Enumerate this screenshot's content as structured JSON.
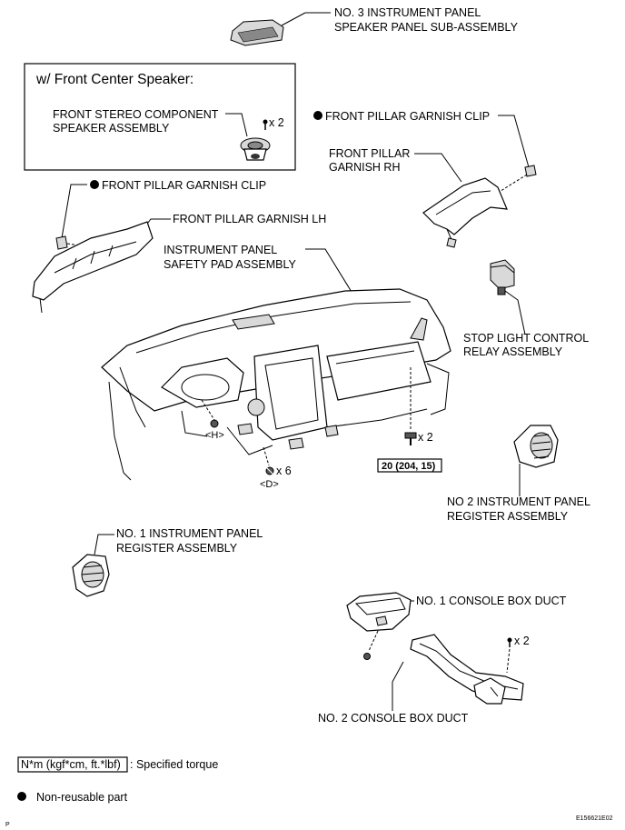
{
  "callouts": {
    "speaker_panel": [
      "NO. 3 INSTRUMENT PANEL",
      "SPEAKER PANEL SUB-ASSEMBLY"
    ],
    "front_center_header": "w/ Front Center Speaker:",
    "center_speaker": [
      "FRONT STEREO COMPONENT",
      "SPEAKER ASSEMBLY"
    ],
    "center_speaker_qty": "x 2",
    "clip_rh": "FRONT PILLAR GARNISH CLIP",
    "garnish_rh": [
      "FRONT PILLAR",
      "GARNISH RH"
    ],
    "clip_lh": "FRONT PILLAR GARNISH CLIP",
    "garnish_lh": "FRONT PILLAR GARNISH LH",
    "safety_pad": [
      "INSTRUMENT PANEL",
      "SAFETY PAD ASSEMBLY"
    ],
    "stop_light": [
      "STOP LIGHT CONTROL",
      "RELAY ASSEMBLY"
    ],
    "bolt_qty": "x 2",
    "torque_value": "20 (204, 15)",
    "screw_h": "<H>",
    "screw_d_qty": "x 6",
    "screw_d": "<D>",
    "register_no2": [
      "NO  2 INSTRUMENT PANEL",
      "REGISTER ASSEMBLY"
    ],
    "register_no1": [
      "NO. 1 INSTRUMENT PANEL",
      "REGISTER ASSEMBLY"
    ],
    "duct_no1": "NO. 1 CONSOLE BOX DUCT",
    "duct_qty": "x 2",
    "duct_no2": "NO. 2 CONSOLE BOX DUCT"
  },
  "legend": {
    "torque_box": "N*m (kgf*cm, ft.*lbf)",
    "torque_text": ": Specified torque",
    "nonreusable_text": "Non-reusable part"
  },
  "footer": {
    "left_mark": "P",
    "image_code": "E156621E02"
  }
}
